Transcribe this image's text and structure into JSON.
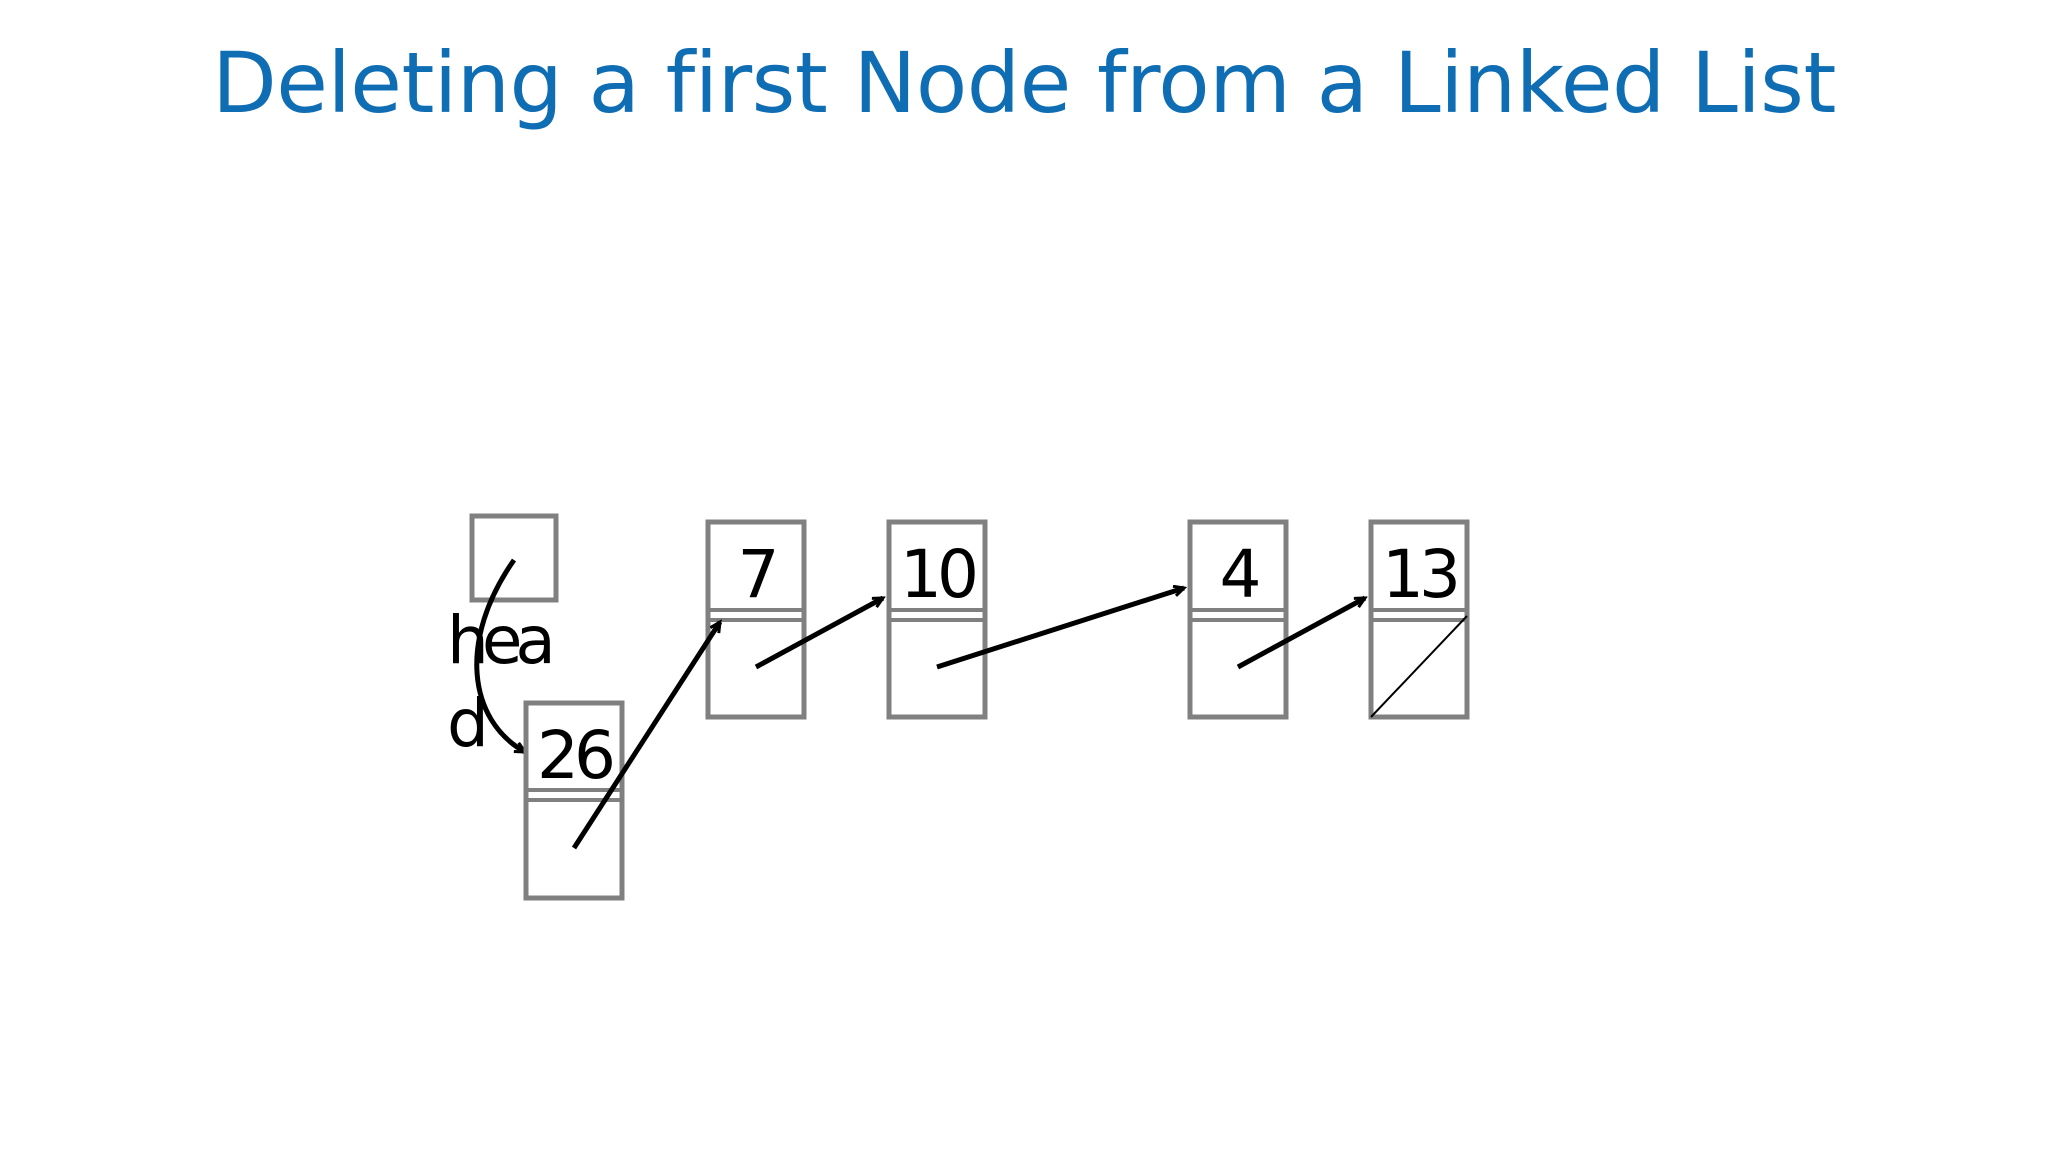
{
  "title": "Deleting a first Node from a Linked List",
  "colors": {
    "title": "#0f6db4",
    "box_stroke": "#808080",
    "pointer": "#000000"
  },
  "head": {
    "label_line1": "hea",
    "label_line2": "d"
  },
  "nodes": [
    {
      "value": "26",
      "next_null": false
    },
    {
      "value": "7",
      "next_null": false
    },
    {
      "value": "10",
      "next_null": false
    },
    {
      "value": "4",
      "next_null": false
    },
    {
      "value": "13",
      "next_null": true
    }
  ]
}
